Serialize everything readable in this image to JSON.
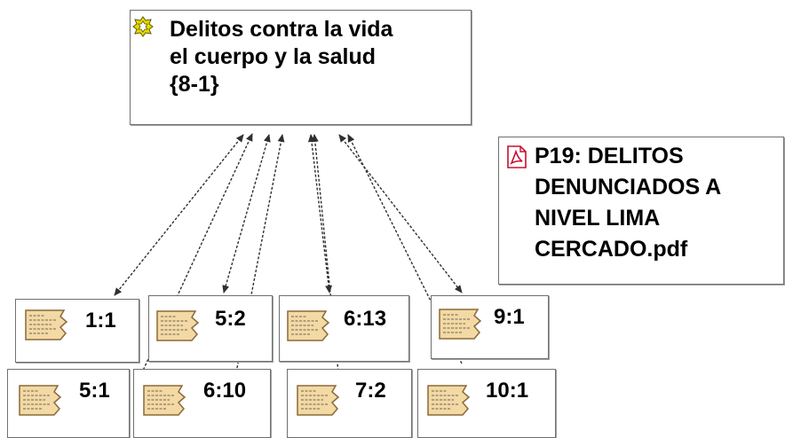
{
  "code_node": {
    "icon": "code-family-icon",
    "title": "Delitos contra la vida\nel cuerpo y la salud\n{8-1}"
  },
  "document_node": {
    "icon": "pdf-document-icon",
    "title": "P19: DELITOS\nDENUNCIADOS A\nNIVEL LIMA\nCERCADO.pdf"
  },
  "quotations": [
    {
      "label": "1:1",
      "icon": "quotation-icon"
    },
    {
      "label": "5:2",
      "icon": "quotation-icon"
    },
    {
      "label": "6:13",
      "icon": "quotation-icon"
    },
    {
      "label": "9:1",
      "icon": "quotation-icon"
    },
    {
      "label": "5:1",
      "icon": "quotation-icon"
    },
    {
      "label": "6:10",
      "icon": "quotation-icon"
    },
    {
      "label": "7:2",
      "icon": "quotation-icon"
    },
    {
      "label": "10:1",
      "icon": "quotation-icon"
    }
  ],
  "colors": {
    "border": "#707070",
    "link": "#303030",
    "quote_fill": "#f3d9a4",
    "quote_stroke": "#8a6a3a",
    "pdf_red": "#c8102e",
    "code_icon_yellow": "#e6d800"
  }
}
